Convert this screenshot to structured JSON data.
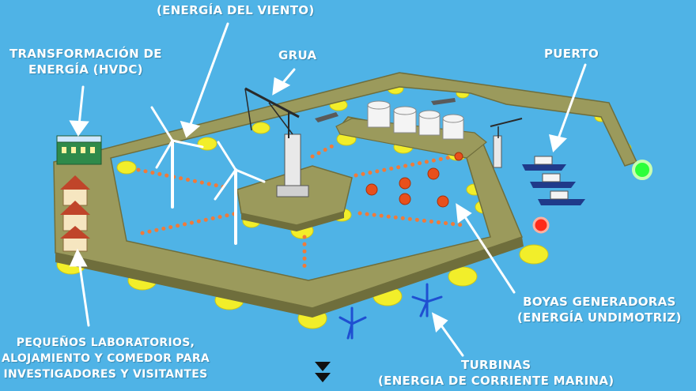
{
  "labels": {
    "wind": "(ENERGÍA DEL VIENTO)",
    "hvdc_line1": "TRANSFORMACIÓN DE",
    "hvdc_line2": "ENERGÍA (HVDC)",
    "crane": "GRUA",
    "port": "PUERTO",
    "buoys_line1": "BOYAS GENERADORAS",
    "buoys_line2": "(ENERGÍA UNDIMOTRIZ)",
    "labs_line1": "PEQUEÑOS LABORATORIOS,",
    "labs_line2": "ALOJAMIENTO Y COMEDOR PARA",
    "labs_line3": "INVESTIGADORES Y VISITANTES",
    "turbines_line1": "TURBINAS",
    "turbines_line2": "(ENERGIA DE CORRIENTE MARINA)"
  },
  "colors": {
    "sea": "#4fb3e6",
    "platform": "#9b9a5c",
    "platform_edge": "#6f6e3c",
    "float": "#f2ee2a",
    "buoy": "#e8501c",
    "cable": "#f07a3a",
    "label": "#ffffff",
    "red_light": "#ff2a1a",
    "green_light": "#2dff3a"
  },
  "icons": [
    "wind-turbine-icon",
    "crane-icon",
    "storage-tank-icon",
    "boat-icon",
    "house-icon",
    "hvdc-station-icon",
    "underwater-turbine-icon",
    "buoy-icon",
    "navigation-light-icon",
    "arrow-down-icon"
  ]
}
